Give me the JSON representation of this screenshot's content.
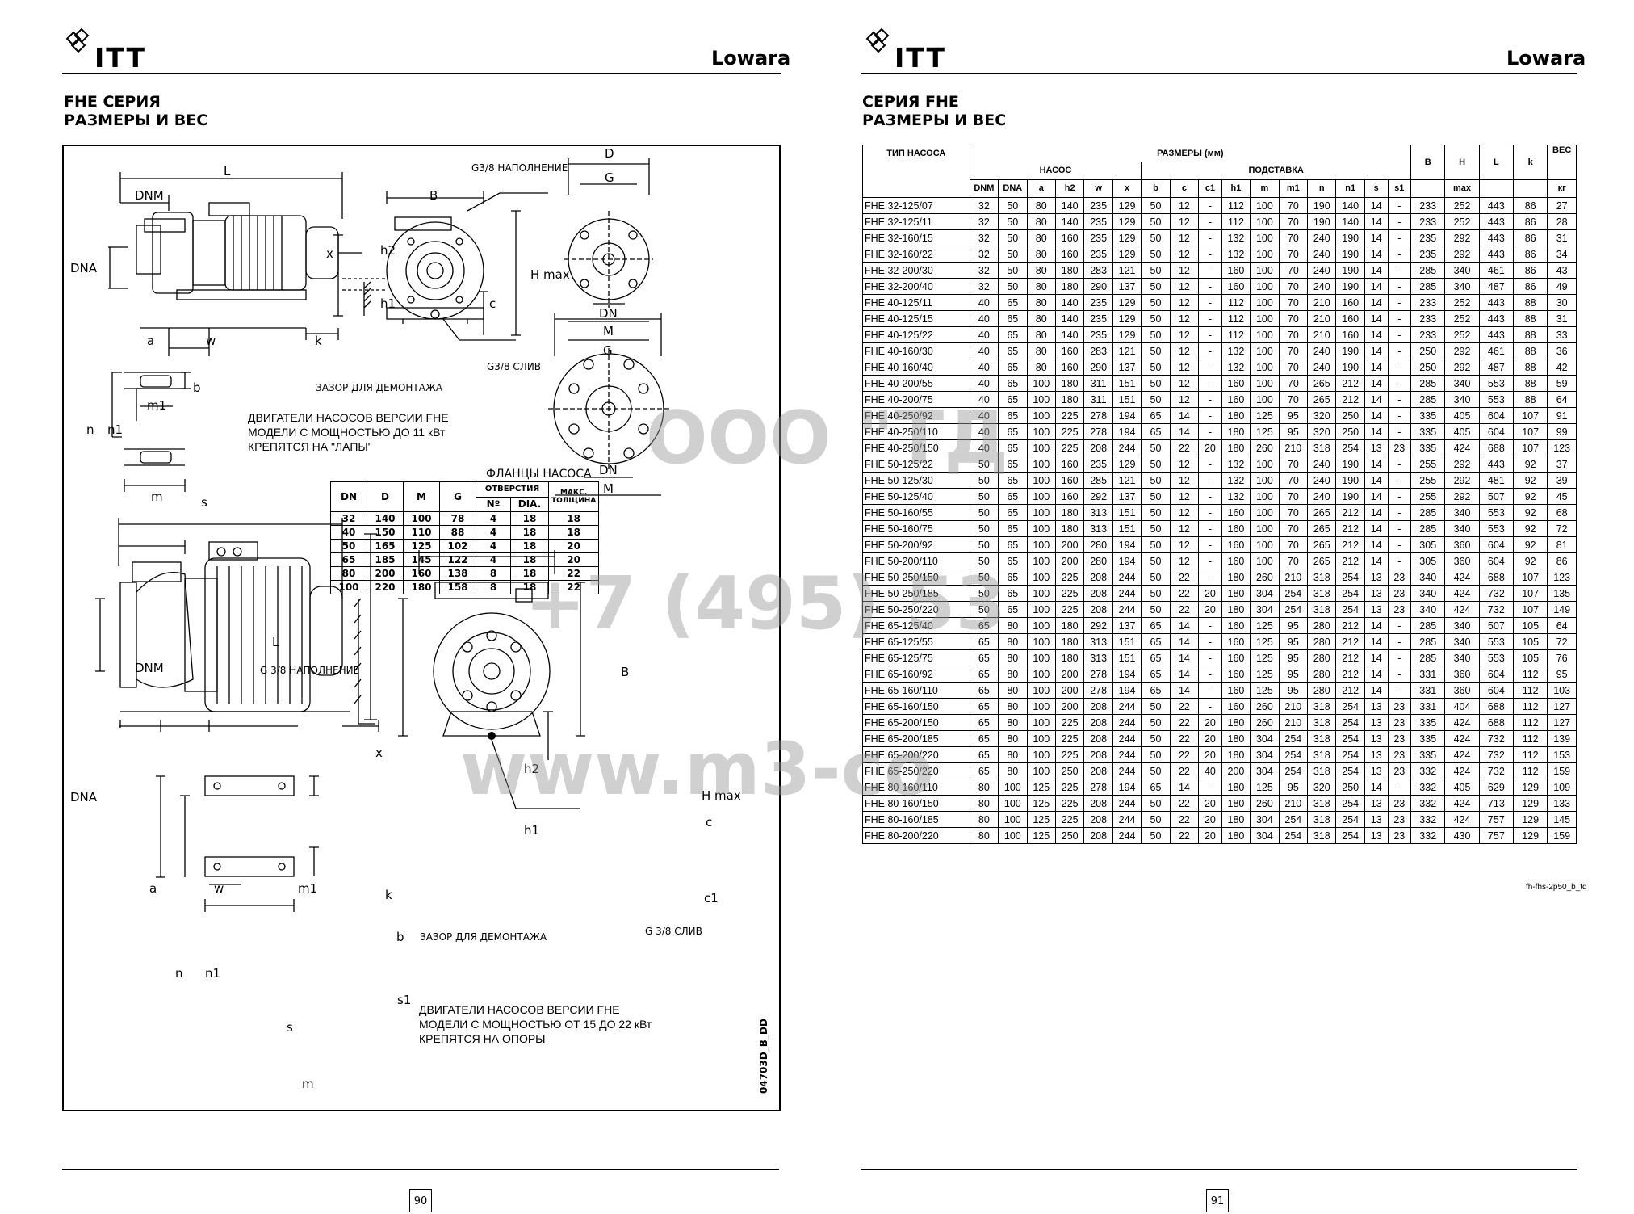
{
  "left_page": {
    "brand": "ITT",
    "brand_right": "Lowara",
    "title_line1": "FHE СЕРИЯ",
    "title_line2": "РАЗМЕРЫ И ВЕС",
    "page_number": "90",
    "drawing_code": "04703D_B_DD",
    "labels": {
      "L": "L",
      "DNM": "DNM",
      "DNA": "DNA",
      "a": "a",
      "w": "w",
      "x": "x",
      "k": "k",
      "b": "b",
      "n": "n",
      "n1": "n1",
      "m": "m",
      "m1": "m1",
      "s": "s",
      "s1": "s1",
      "B": "B",
      "h1": "h1",
      "h2": "h2",
      "Hmax": "H max",
      "c": "c",
      "c1": "c1",
      "D": "D",
      "G": "G",
      "DN": "DN",
      "M": "M"
    },
    "fill_top": "G3/8 НАПОЛНЕНИЕ",
    "drain_top": "G3/8  СЛИВ",
    "fill_bottom": "G 3/8 НАПОЛНЕНИЕ",
    "drain_bottom": "G 3/8  СЛИВ",
    "gap_text": "ЗАЗОР ДЛЯ ДЕМОНТАЖА",
    "note_top": "ДВИГАТЕЛИ НАСОСОВ ВЕРСИИ FHE МОДЕЛИ С МОЩНОСТЬЮ ДО 11 кВт КРЕПЯТСЯ НА \"ЛАПЫ\"",
    "note_bottom": "ДВИГАТЕЛИ НАСОСОВ ВЕРСИИ FHE МОДЕЛИ С МОЩНОСТЬЮ ОТ 15 ДО 22 кВт КРЕПЯТСЯ НА ОПОРЫ",
    "flange_table": {
      "caption": "ФЛАНЦЫ НАСОСА",
      "headers": [
        "DN",
        "D",
        "M",
        "G",
        "ОТВЕРСТИЯ",
        "МАКС. ТОЛЩИНА",
        "Nº",
        "DIA."
      ],
      "rows": [
        [
          "32",
          "140",
          "100",
          "78",
          "4",
          "18",
          "18"
        ],
        [
          "40",
          "150",
          "110",
          "88",
          "4",
          "18",
          "18"
        ],
        [
          "50",
          "165",
          "125",
          "102",
          "4",
          "18",
          "20"
        ],
        [
          "65",
          "185",
          "145",
          "122",
          "4",
          "18",
          "20"
        ],
        [
          "80",
          "200",
          "160",
          "138",
          "8",
          "18",
          "22"
        ],
        [
          "100",
          "220",
          "180",
          "158",
          "8",
          "18",
          "22"
        ]
      ]
    }
  },
  "right_page": {
    "brand": "ITT",
    "brand_right": "Lowara",
    "title_line1": "СЕРИЯ FHE",
    "title_line2": "РАЗМЕРЫ И ВЕС",
    "page_number": "91",
    "table_ref": "fh-fhs-2p50_b_td",
    "table": {
      "h_type": "ТИП НАСОСА",
      "h_dims": "РАЗМЕРЫ (мм)",
      "h_pump": "НАСОС",
      "h_base": "ПОДСТАВКА",
      "h_weight": "ВЕС",
      "h_B": "B",
      "h_H": "H",
      "h_L": "L",
      "h_k": "k",
      "sub": [
        "DNM",
        "DNA",
        "a",
        "h2",
        "w",
        "x",
        "b",
        "c",
        "c1",
        "h1",
        "m",
        "m1",
        "n",
        "n1",
        "s",
        "s1",
        "",
        "max",
        "",
        "",
        "кг"
      ],
      "rows": [
        [
          "FHE 32-125/07",
          "32",
          "50",
          "80",
          "140",
          "235",
          "129",
          "50",
          "12",
          "-",
          "112",
          "100",
          "70",
          "190",
          "140",
          "14",
          "-",
          "233",
          "252",
          "443",
          "86",
          "27"
        ],
        [
          "FHE 32-125/11",
          "32",
          "50",
          "80",
          "140",
          "235",
          "129",
          "50",
          "12",
          "-",
          "112",
          "100",
          "70",
          "190",
          "140",
          "14",
          "-",
          "233",
          "252",
          "443",
          "86",
          "28"
        ],
        [
          "FHE 32-160/15",
          "32",
          "50",
          "80",
          "160",
          "235",
          "129",
          "50",
          "12",
          "-",
          "132",
          "100",
          "70",
          "240",
          "190",
          "14",
          "-",
          "235",
          "292",
          "443",
          "86",
          "31"
        ],
        [
          "FHE 32-160/22",
          "32",
          "50",
          "80",
          "160",
          "235",
          "129",
          "50",
          "12",
          "-",
          "132",
          "100",
          "70",
          "240",
          "190",
          "14",
          "-",
          "235",
          "292",
          "443",
          "86",
          "34"
        ],
        [
          "FHE 32-200/30",
          "32",
          "50",
          "80",
          "180",
          "283",
          "121",
          "50",
          "12",
          "-",
          "160",
          "100",
          "70",
          "240",
          "190",
          "14",
          "-",
          "285",
          "340",
          "461",
          "86",
          "43"
        ],
        [
          "FHE 32-200/40",
          "32",
          "50",
          "80",
          "180",
          "290",
          "137",
          "50",
          "12",
          "-",
          "160",
          "100",
          "70",
          "240",
          "190",
          "14",
          "-",
          "285",
          "340",
          "487",
          "86",
          "49"
        ],
        [
          "FHE 40-125/11",
          "40",
          "65",
          "80",
          "140",
          "235",
          "129",
          "50",
          "12",
          "-",
          "112",
          "100",
          "70",
          "210",
          "160",
          "14",
          "-",
          "233",
          "252",
          "443",
          "88",
          "30"
        ],
        [
          "FHE 40-125/15",
          "40",
          "65",
          "80",
          "140",
          "235",
          "129",
          "50",
          "12",
          "-",
          "112",
          "100",
          "70",
          "210",
          "160",
          "14",
          "-",
          "233",
          "252",
          "443",
          "88",
          "31"
        ],
        [
          "FHE 40-125/22",
          "40",
          "65",
          "80",
          "140",
          "235",
          "129",
          "50",
          "12",
          "-",
          "112",
          "100",
          "70",
          "210",
          "160",
          "14",
          "-",
          "233",
          "252",
          "443",
          "88",
          "33"
        ],
        [
          "FHE 40-160/30",
          "40",
          "65",
          "80",
          "160",
          "283",
          "121",
          "50",
          "12",
          "-",
          "132",
          "100",
          "70",
          "240",
          "190",
          "14",
          "-",
          "250",
          "292",
          "461",
          "88",
          "36"
        ],
        [
          "FHE 40-160/40",
          "40",
          "65",
          "80",
          "160",
          "290",
          "137",
          "50",
          "12",
          "-",
          "132",
          "100",
          "70",
          "240",
          "190",
          "14",
          "-",
          "250",
          "292",
          "487",
          "88",
          "42"
        ],
        [
          "FHE 40-200/55",
          "40",
          "65",
          "100",
          "180",
          "311",
          "151",
          "50",
          "12",
          "-",
          "160",
          "100",
          "70",
          "265",
          "212",
          "14",
          "-",
          "285",
          "340",
          "553",
          "88",
          "59"
        ],
        [
          "FHE 40-200/75",
          "40",
          "65",
          "100",
          "180",
          "311",
          "151",
          "50",
          "12",
          "-",
          "160",
          "100",
          "70",
          "265",
          "212",
          "14",
          "-",
          "285",
          "340",
          "553",
          "88",
          "64"
        ],
        [
          "FHE 40-250/92",
          "40",
          "65",
          "100",
          "225",
          "278",
          "194",
          "65",
          "14",
          "-",
          "180",
          "125",
          "95",
          "320",
          "250",
          "14",
          "-",
          "335",
          "405",
          "604",
          "107",
          "91"
        ],
        [
          "FHE 40-250/110",
          "40",
          "65",
          "100",
          "225",
          "278",
          "194",
          "65",
          "14",
          "-",
          "180",
          "125",
          "95",
          "320",
          "250",
          "14",
          "-",
          "335",
          "405",
          "604",
          "107",
          "99"
        ],
        [
          "FHE 40-250/150",
          "40",
          "65",
          "100",
          "225",
          "208",
          "244",
          "50",
          "22",
          "20",
          "180",
          "260",
          "210",
          "318",
          "254",
          "13",
          "23",
          "335",
          "424",
          "688",
          "107",
          "123"
        ],
        [
          "FHE 50-125/22",
          "50",
          "65",
          "100",
          "160",
          "235",
          "129",
          "50",
          "12",
          "-",
          "132",
          "100",
          "70",
          "240",
          "190",
          "14",
          "-",
          "255",
          "292",
          "443",
          "92",
          "37"
        ],
        [
          "FHE 50-125/30",
          "50",
          "65",
          "100",
          "160",
          "285",
          "121",
          "50",
          "12",
          "-",
          "132",
          "100",
          "70",
          "240",
          "190",
          "14",
          "-",
          "255",
          "292",
          "481",
          "92",
          "39"
        ],
        [
          "FHE 50-125/40",
          "50",
          "65",
          "100",
          "160",
          "292",
          "137",
          "50",
          "12",
          "-",
          "132",
          "100",
          "70",
          "240",
          "190",
          "14",
          "-",
          "255",
          "292",
          "507",
          "92",
          "45"
        ],
        [
          "FHE 50-160/55",
          "50",
          "65",
          "100",
          "180",
          "313",
          "151",
          "50",
          "12",
          "-",
          "160",
          "100",
          "70",
          "265",
          "212",
          "14",
          "-",
          "285",
          "340",
          "553",
          "92",
          "68"
        ],
        [
          "FHE 50-160/75",
          "50",
          "65",
          "100",
          "180",
          "313",
          "151",
          "50",
          "12",
          "-",
          "160",
          "100",
          "70",
          "265",
          "212",
          "14",
          "-",
          "285",
          "340",
          "553",
          "92",
          "72"
        ],
        [
          "FHE 50-200/92",
          "50",
          "65",
          "100",
          "200",
          "280",
          "194",
          "50",
          "12",
          "-",
          "160",
          "100",
          "70",
          "265",
          "212",
          "14",
          "-",
          "305",
          "360",
          "604",
          "92",
          "81"
        ],
        [
          "FHE 50-200/110",
          "50",
          "65",
          "100",
          "200",
          "280",
          "194",
          "50",
          "12",
          "-",
          "160",
          "100",
          "70",
          "265",
          "212",
          "14",
          "-",
          "305",
          "360",
          "604",
          "92",
          "86"
        ],
        [
          "FHE 50-250/150",
          "50",
          "65",
          "100",
          "225",
          "208",
          "244",
          "50",
          "22",
          "-",
          "180",
          "260",
          "210",
          "318",
          "254",
          "13",
          "23",
          "340",
          "424",
          "688",
          "107",
          "123"
        ],
        [
          "FHE 50-250/185",
          "50",
          "65",
          "100",
          "225",
          "208",
          "244",
          "50",
          "22",
          "20",
          "180",
          "304",
          "254",
          "318",
          "254",
          "13",
          "23",
          "340",
          "424",
          "732",
          "107",
          "135"
        ],
        [
          "FHE 50-250/220",
          "50",
          "65",
          "100",
          "225",
          "208",
          "244",
          "50",
          "22",
          "20",
          "180",
          "304",
          "254",
          "318",
          "254",
          "13",
          "23",
          "340",
          "424",
          "732",
          "107",
          "149"
        ],
        [
          "FHE 65-125/40",
          "65",
          "80",
          "100",
          "180",
          "292",
          "137",
          "65",
          "14",
          "-",
          "160",
          "125",
          "95",
          "280",
          "212",
          "14",
          "-",
          "285",
          "340",
          "507",
          "105",
          "64"
        ],
        [
          "FHE 65-125/55",
          "65",
          "80",
          "100",
          "180",
          "313",
          "151",
          "65",
          "14",
          "-",
          "160",
          "125",
          "95",
          "280",
          "212",
          "14",
          "-",
          "285",
          "340",
          "553",
          "105",
          "72"
        ],
        [
          "FHE 65-125/75",
          "65",
          "80",
          "100",
          "180",
          "313",
          "151",
          "65",
          "14",
          "-",
          "160",
          "125",
          "95",
          "280",
          "212",
          "14",
          "-",
          "285",
          "340",
          "553",
          "105",
          "76"
        ],
        [
          "FHE 65-160/92",
          "65",
          "80",
          "100",
          "200",
          "278",
          "194",
          "65",
          "14",
          "-",
          "160",
          "125",
          "95",
          "280",
          "212",
          "14",
          "-",
          "331",
          "360",
          "604",
          "112",
          "95"
        ],
        [
          "FHE 65-160/110",
          "65",
          "80",
          "100",
          "200",
          "278",
          "194",
          "65",
          "14",
          "-",
          "160",
          "125",
          "95",
          "280",
          "212",
          "14",
          "-",
          "331",
          "360",
          "604",
          "112",
          "103"
        ],
        [
          "FHE 65-160/150",
          "65",
          "80",
          "100",
          "200",
          "208",
          "244",
          "50",
          "22",
          "-",
          "160",
          "260",
          "210",
          "318",
          "254",
          "13",
          "23",
          "331",
          "404",
          "688",
          "112",
          "127"
        ],
        [
          "FHE 65-200/150",
          "65",
          "80",
          "100",
          "225",
          "208",
          "244",
          "50",
          "22",
          "20",
          "180",
          "260",
          "210",
          "318",
          "254",
          "13",
          "23",
          "335",
          "424",
          "688",
          "112",
          "127"
        ],
        [
          "FHE 65-200/185",
          "65",
          "80",
          "100",
          "225",
          "208",
          "244",
          "50",
          "22",
          "20",
          "180",
          "304",
          "254",
          "318",
          "254",
          "13",
          "23",
          "335",
          "424",
          "732",
          "112",
          "139"
        ],
        [
          "FHE 65-200/220",
          "65",
          "80",
          "100",
          "225",
          "208",
          "244",
          "50",
          "22",
          "20",
          "180",
          "304",
          "254",
          "318",
          "254",
          "13",
          "23",
          "335",
          "424",
          "732",
          "112",
          "153"
        ],
        [
          "FHE 65-250/220",
          "65",
          "80",
          "100",
          "250",
          "208",
          "244",
          "50",
          "22",
          "40",
          "200",
          "304",
          "254",
          "318",
          "254",
          "13",
          "23",
          "332",
          "424",
          "732",
          "112",
          "159"
        ],
        [
          "FHE 80-160/110",
          "80",
          "100",
          "125",
          "225",
          "278",
          "194",
          "65",
          "14",
          "-",
          "180",
          "125",
          "95",
          "320",
          "250",
          "14",
          "-",
          "332",
          "405",
          "629",
          "129",
          "109"
        ],
        [
          "FHE 80-160/150",
          "80",
          "100",
          "125",
          "225",
          "208",
          "244",
          "50",
          "22",
          "20",
          "180",
          "260",
          "210",
          "318",
          "254",
          "13",
          "23",
          "332",
          "424",
          "713",
          "129",
          "133"
        ],
        [
          "FHE 80-160/185",
          "80",
          "100",
          "125",
          "225",
          "208",
          "244",
          "50",
          "22",
          "20",
          "180",
          "304",
          "254",
          "318",
          "254",
          "13",
          "23",
          "332",
          "424",
          "757",
          "129",
          "145"
        ],
        [
          "FHE 80-200/220",
          "80",
          "100",
          "125",
          "250",
          "208",
          "244",
          "50",
          "22",
          "20",
          "180",
          "304",
          "254",
          "318",
          "254",
          "13",
          "23",
          "332",
          "430",
          "757",
          "129",
          "159"
        ]
      ]
    }
  },
  "watermark": {
    "line1": "ООО \"ТД",
    "line2": "+7 (495) 53",
    "line3": "www.m3-co"
  }
}
